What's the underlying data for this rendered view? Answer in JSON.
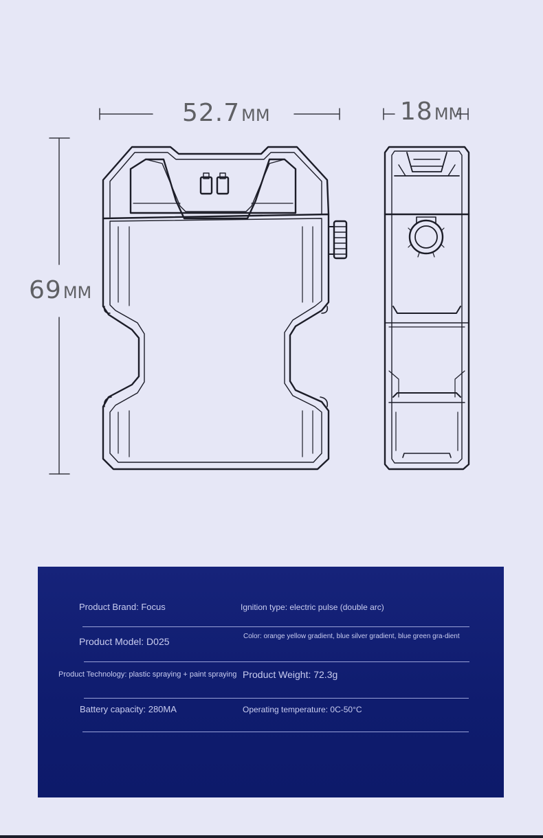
{
  "dimensions": {
    "width": {
      "value": "52.7",
      "unit": "MM"
    },
    "depth": {
      "value": "18",
      "unit": "MM"
    },
    "height": {
      "value": "69",
      "unit": "MM"
    }
  },
  "specs": {
    "brand": "Product Brand: Focus",
    "ignition": "Ignition type: electric pulse (double arc)",
    "model": "Product Model: D025",
    "color": "Color: orange yellow gradient, blue silver gradient, blue green gra-dient",
    "technology": "Product Technology: plastic spraying + paint spraying",
    "weight": "Product Weight: 72.3g",
    "battery": "Battery capacity: 280MA",
    "temperature": "Operating temperature: 0C-50°C"
  },
  "colors": {
    "background": "#e6e7f6",
    "line": "#1c1d28",
    "panel": "#0f1c6e",
    "text": "#c9cdf0"
  }
}
